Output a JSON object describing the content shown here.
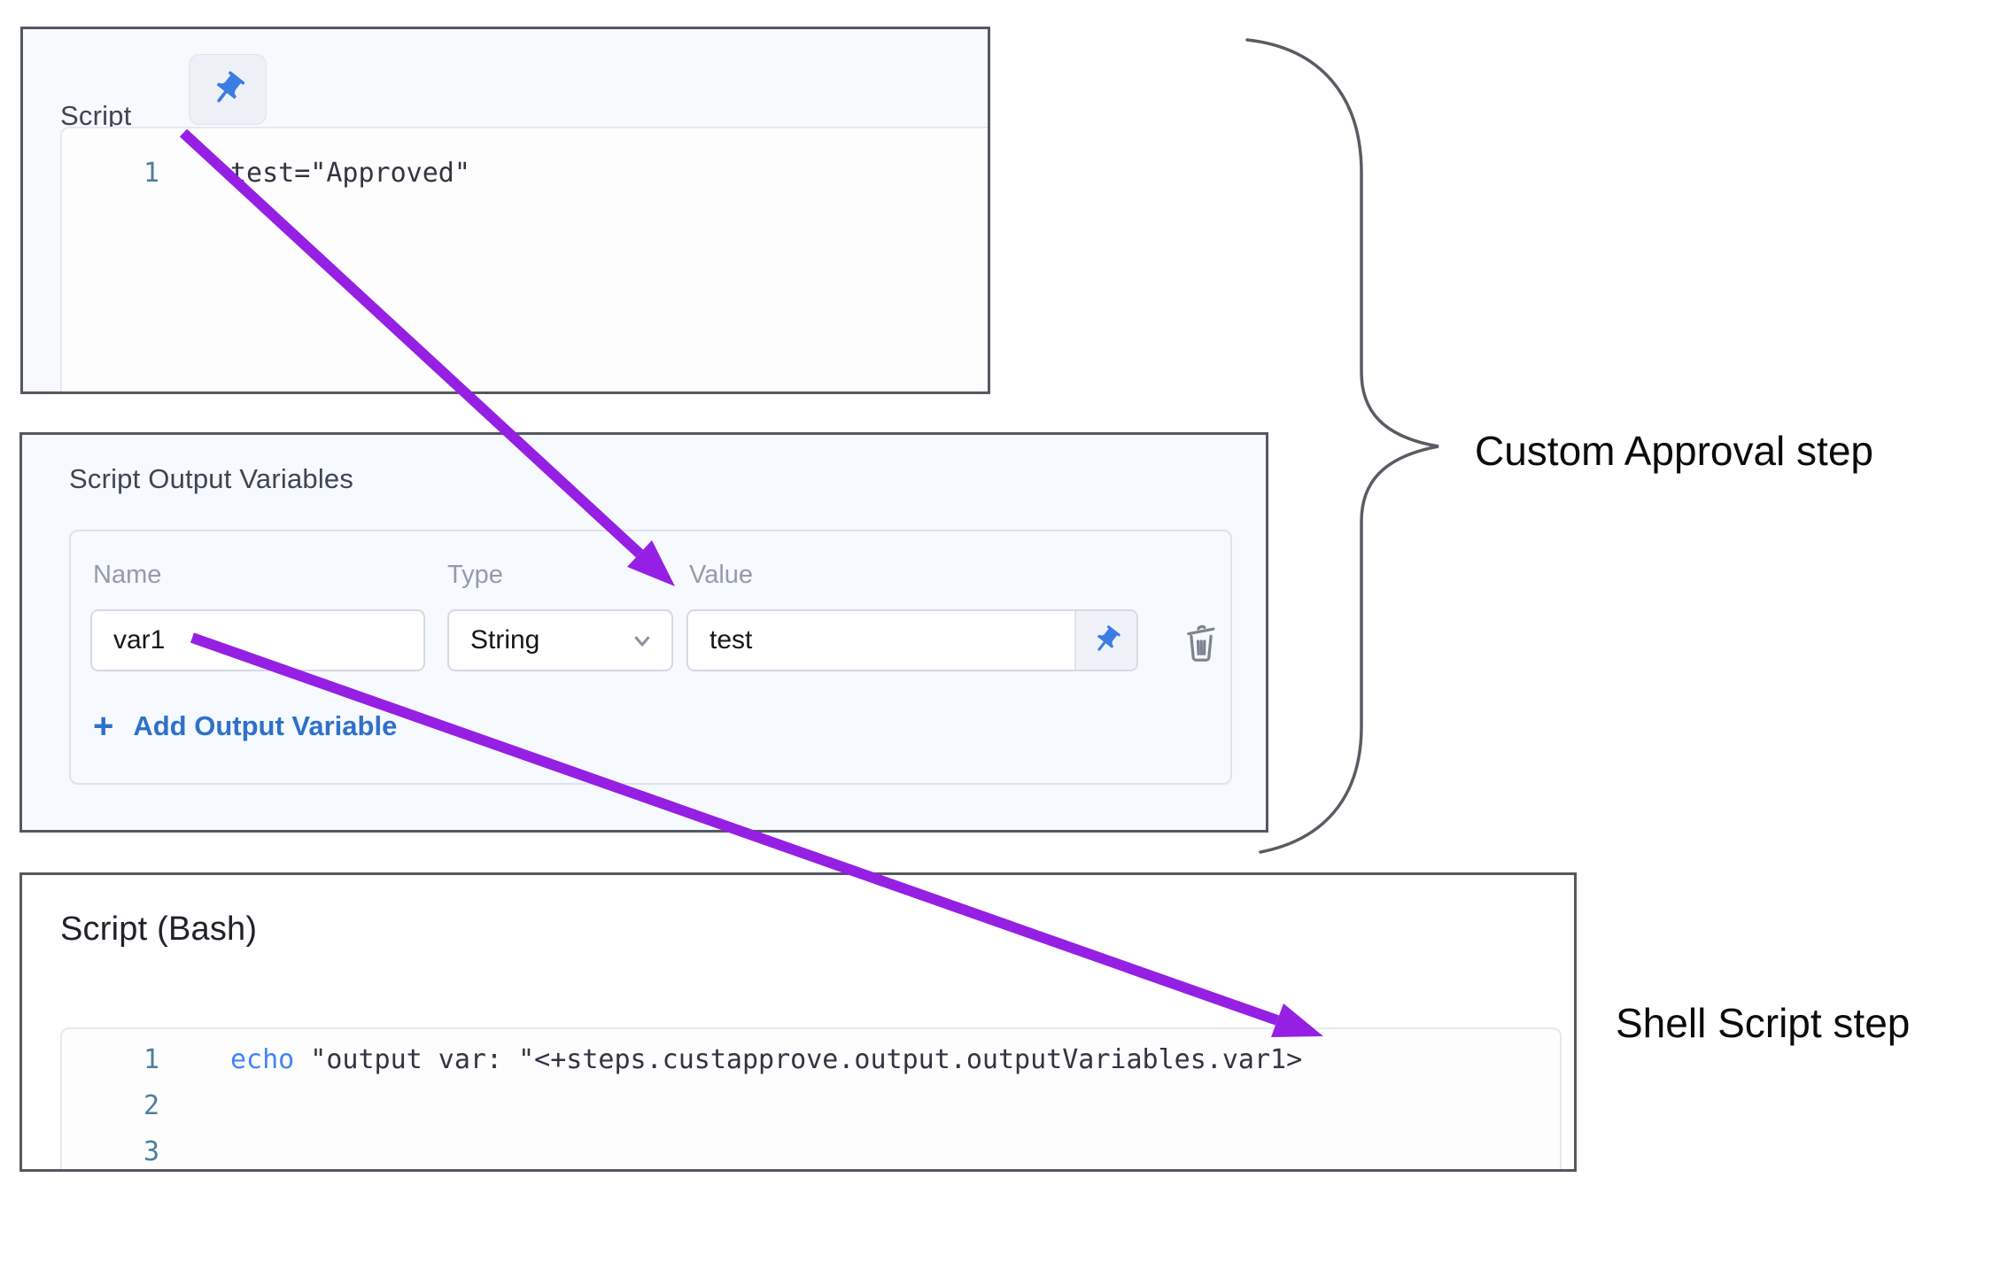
{
  "script_panel": {
    "title": "Script",
    "line_number": "1",
    "code": "test=\"Approved\""
  },
  "output_variables_panel": {
    "title": "Script Output Variables",
    "headers": {
      "name": "Name",
      "type": "Type",
      "value": "Value"
    },
    "row": {
      "name": "var1",
      "type": "String",
      "value": "test"
    },
    "add_plus": "+",
    "add_label": "Add Output Variable"
  },
  "bash_panel": {
    "title": "Script (Bash)",
    "lines": {
      "l1_num": "1",
      "l1_keyword": "echo",
      "l1_rest": " \"output var: \"<+steps.custapprove.output.outputVariables.var1>",
      "l2_num": "2",
      "l3_num": "3"
    }
  },
  "annotations": {
    "custom_approval": "Custom Approval step",
    "shell_script": "Shell Script step"
  },
  "icons": {
    "pin": "pushpin-icon",
    "trash": "trash-icon",
    "chevron": "chevron-down-icon",
    "plus": "plus-icon"
  },
  "colors": {
    "arrow_purple": "#9520e3",
    "pin_blue": "#3b7de2",
    "link_blue": "#2e71ca",
    "keyword_blue": "#4285f4",
    "line_number_teal": "#4d7f9c",
    "panel_border": "#55585e",
    "panel_bg_light": "#f6f9fd"
  }
}
